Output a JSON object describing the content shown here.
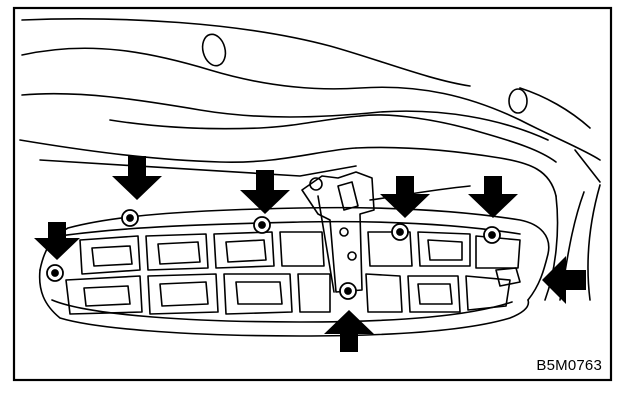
{
  "figure": {
    "code": "B5M0763",
    "subject": "front-grille-clip-locations",
    "arrow_count": 7,
    "clip_count": 6,
    "ink_color": "#000000",
    "paper_color": "#ffffff"
  }
}
